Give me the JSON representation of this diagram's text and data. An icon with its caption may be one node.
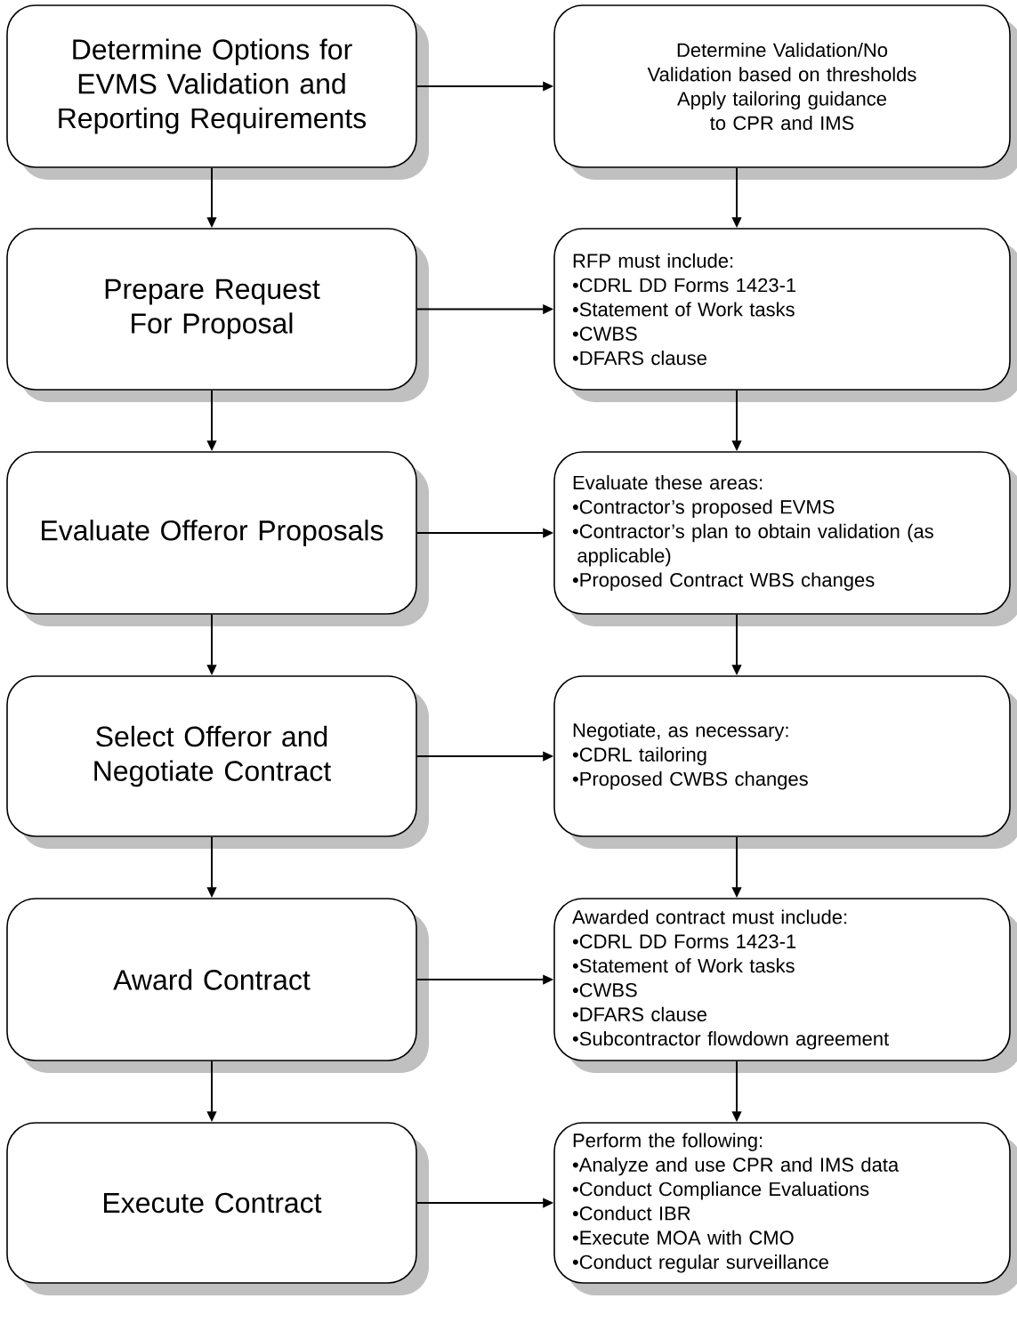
{
  "diagram": {
    "nodes": [
      {
        "text": [
          "Determine Options for EVMS Validation and Reporting Requirements"
        ]
      },
      {
        "text": [
          "Determine Validation/No Validation based on thresholds",
          "Apply tailoring guidance to CPR and IMS"
        ]
      },
      {
        "text": [
          "Prepare Request For Proposal"
        ]
      },
      {
        "text": [
          "RFP must include:",
          "•CDRL DD Forms 1423-1",
          "•Statement of Work tasks",
          "•CWBS",
          "•DFARS clause"
        ]
      },
      {
        "text": [
          "Evaluate Offeror Proposals"
        ]
      },
      {
        "text": [
          "Evaluate these areas:",
          "•Contractor’s proposed EVMS",
          "•Contractor’s plan to obtain validation (as applicable)",
          "•Proposed Contract WBS changes"
        ]
      },
      {
        "text": [
          "Select Offeror and Negotiate Contract"
        ]
      },
      {
        "text": [
          "Negotiate, as necessary:",
          "•CDRL tailoring",
          "•Proposed CWBS changes"
        ]
      },
      {
        "text": [
          "Award Contract"
        ]
      },
      {
        "text": [
          "Awarded contract must include:",
          "•CDRL DD Forms 1423-1",
          "•Statement of Work tasks",
          "•CWBS",
          "•DFARS clause",
          "•Subcontractor flowdown agreement"
        ]
      },
      {
        "text": [
          "Execute Contract"
        ]
      },
      {
        "text": [
          "Perform the following:",
          "•Analyze and use CPR and IMS data",
          "•Conduct Compliance Evaluations",
          "•Conduct IBR",
          "•Execute MOA with CMO",
          "•Conduct regular surveillance"
        ]
      }
    ],
    "edges": [
      {
        "from": 0,
        "to": 1,
        "arrow": "to"
      },
      {
        "from": 0,
        "to": 2,
        "arrow": "to"
      },
      {
        "from": 1,
        "to": 3,
        "arrow": "to"
      },
      {
        "from": 2,
        "to": 3,
        "arrow": "to"
      },
      {
        "from": 2,
        "to": 4,
        "arrow": "to"
      },
      {
        "from": 3,
        "to": 5,
        "arrow": "to"
      },
      {
        "from": 4,
        "to": 5,
        "arrow": "to"
      },
      {
        "from": 4,
        "to": 6,
        "arrow": "to"
      },
      {
        "from": 5,
        "to": 7,
        "arrow": "to"
      },
      {
        "from": 6,
        "to": 7,
        "arrow": "to"
      },
      {
        "from": 6,
        "to": 8,
        "arrow": "to"
      },
      {
        "from": 7,
        "to": 9,
        "arrow": "to"
      },
      {
        "from": 8,
        "to": 9,
        "arrow": "to"
      },
      {
        "from": 8,
        "to": 10,
        "arrow": "to"
      },
      {
        "from": 9,
        "to": 11,
        "arrow": "to"
      },
      {
        "from": 10,
        "to": 11,
        "arrow": "to"
      }
    ]
  }
}
